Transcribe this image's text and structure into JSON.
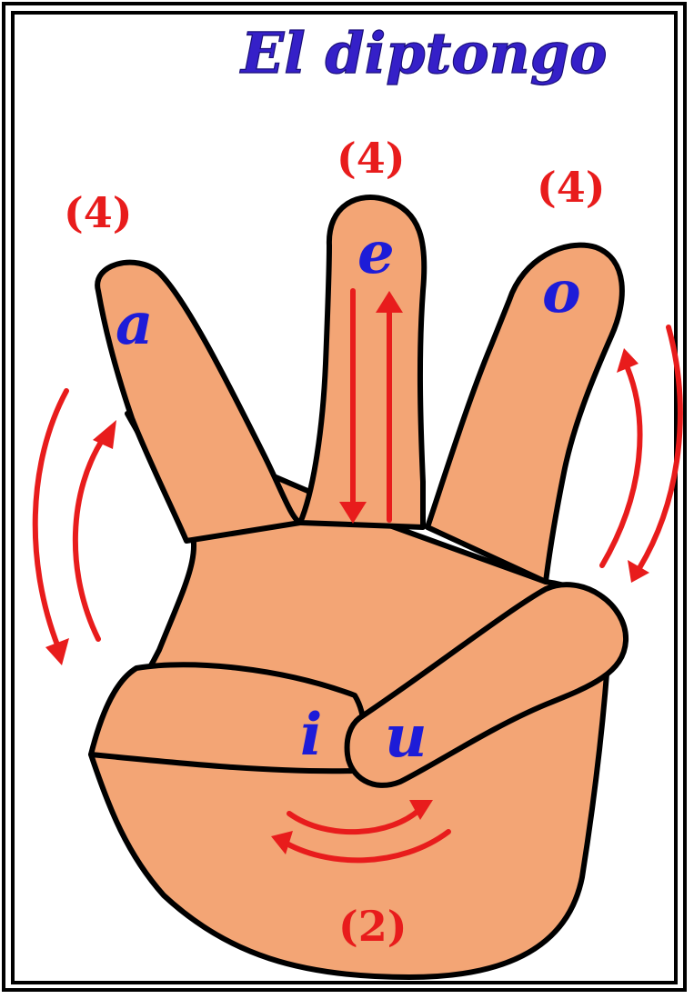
{
  "title": "El diptongo",
  "vowels": {
    "a": "a",
    "e": "e",
    "o": "o",
    "i": "i",
    "u": "u"
  },
  "counts": {
    "left": "(4)",
    "middle": "(4)",
    "right": "(4)",
    "bottom": "(2)"
  },
  "colors": {
    "title": "#3520c8",
    "vowels": "#1d1cd8",
    "counts": "#e81c1c",
    "arrows": "#e81c1c",
    "skin": "#f3a575",
    "outline": "#000000"
  },
  "icons": [
    "hand-illustration",
    "arrow-icon"
  ]
}
